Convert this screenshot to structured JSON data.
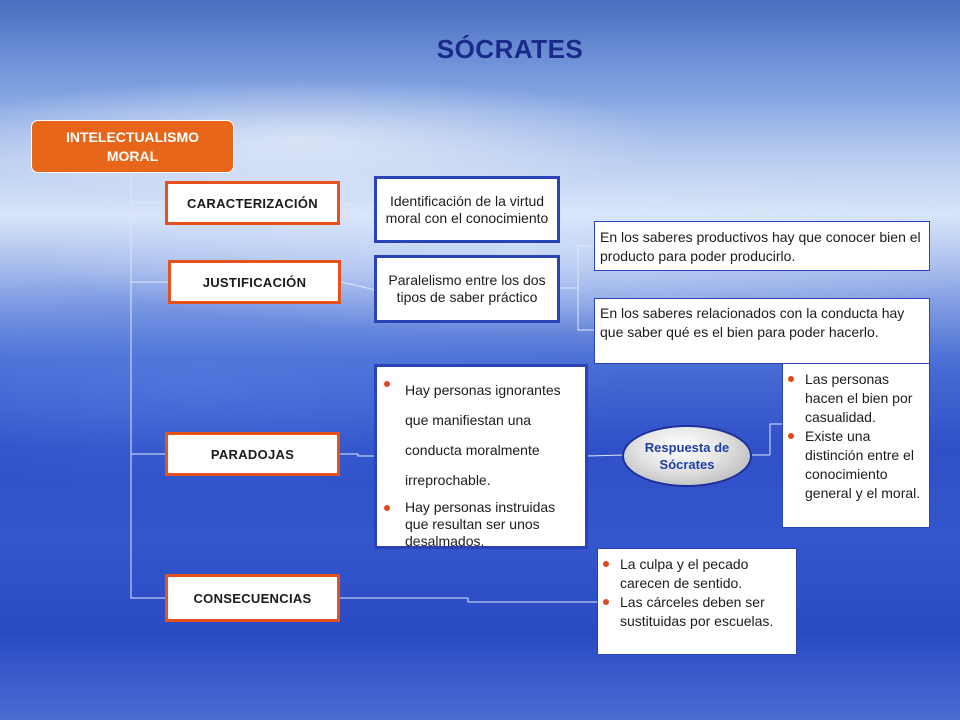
{
  "title": "SÓCRATES",
  "root": "INTELECTUALISMO MORAL",
  "categories": {
    "caracterizacion": "CARACTERIZACIÓN",
    "justificacion": "JUSTIFICACIÓN",
    "paradojas": "PARADOJAS",
    "consecuencias": "CONSECUENCIAS"
  },
  "caracterizacion_text": "Identificación de la virtud moral con el conocimiento",
  "justificacion_text": "Paralelismo entre los dos tipos de saber práctico",
  "saberes_productivos": "En los saberes productivos hay que conocer bien el producto para poder producirlo.",
  "saberes_conducta": "En los saberes relacionados con la conducta hay que  saber qué es el bien para poder hacerlo.",
  "paradojas_items": [
    "Hay personas ignorantes que manifiestan una conducta moralmente irreprochable.",
    "Hay personas instruidas que resultan ser unos desalmados."
  ],
  "respuesta": "Respuesta de Sócrates",
  "respuesta_items": [
    "Las personas hacen el bien por casualidad.",
    "Existe una distinción entre el conocimiento general y el moral."
  ],
  "consecuencias_items": [
    "La culpa y el pecado carecen de sentido.",
    "Las cárceles deben ser sustituidas por escuelas."
  ]
}
